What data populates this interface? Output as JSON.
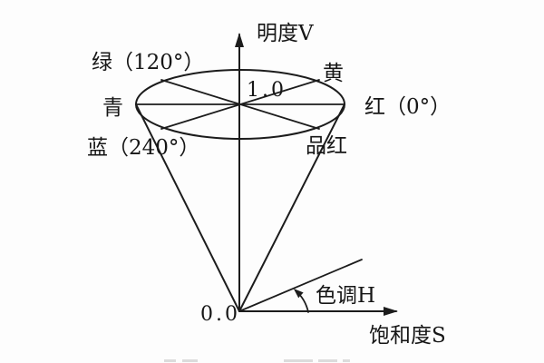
{
  "diagram": {
    "type": "hsv-color-cone",
    "axes": {
      "value_axis": "明度V",
      "saturation_axis": "饱和度S",
      "hue_label": "色调H"
    },
    "values": {
      "top": "1.0",
      "origin": "0.0"
    },
    "hue_labels": {
      "green": "绿（120°）",
      "yellow": "黄",
      "cyan": "青",
      "red": "红（0°）",
      "blue": "蓝（240°）",
      "magenta": "品红"
    }
  },
  "colors": {
    "line": "#1c1c1c",
    "text": "#161616",
    "background": "#fdfdfd"
  }
}
